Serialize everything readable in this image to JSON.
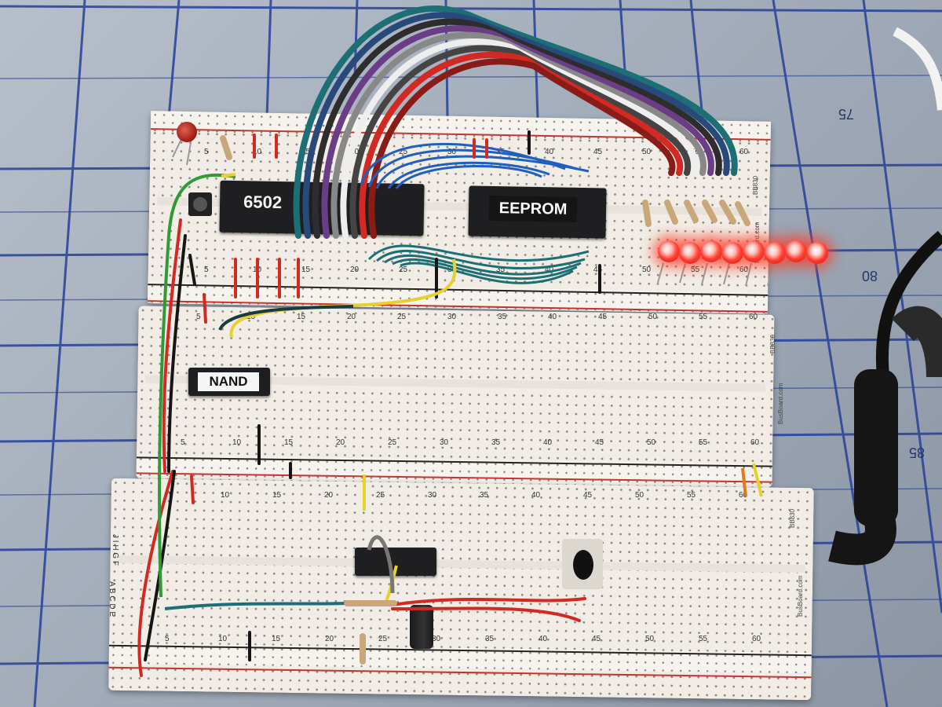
{
  "chips": {
    "cpu_label": "6502",
    "eeprom_label": "EEPROM",
    "nand_label": "NAND"
  },
  "boards": {
    "brand_1": "BB830",
    "brand_2": "BusBoard.com",
    "brand_3": "BB830",
    "brand_4": "BusBoard.com",
    "brand_5": "BB830",
    "brand_6": "BusBoard.com"
  },
  "column_numbers": [
    "5",
    "10",
    "15",
    "20",
    "25",
    "30",
    "35",
    "40",
    "45",
    "50",
    "55",
    "60"
  ],
  "row_letters_top": "J I H G F",
  "row_letters_bottom": "A B C D E",
  "ruler_marks": [
    "75",
    "80",
    "85"
  ],
  "colors": {
    "mat": "#9ea8b6",
    "grid_lines": "#27409a",
    "board": "#f1ede6",
    "led_red": "#ff3b2f",
    "wire_blue": "#1f5fc0",
    "wire_teal": "#1c6f74",
    "wire_red": "#d22a22",
    "wire_yellow": "#e8d12a",
    "wire_green": "#2f9a36"
  },
  "led_count": 8
}
